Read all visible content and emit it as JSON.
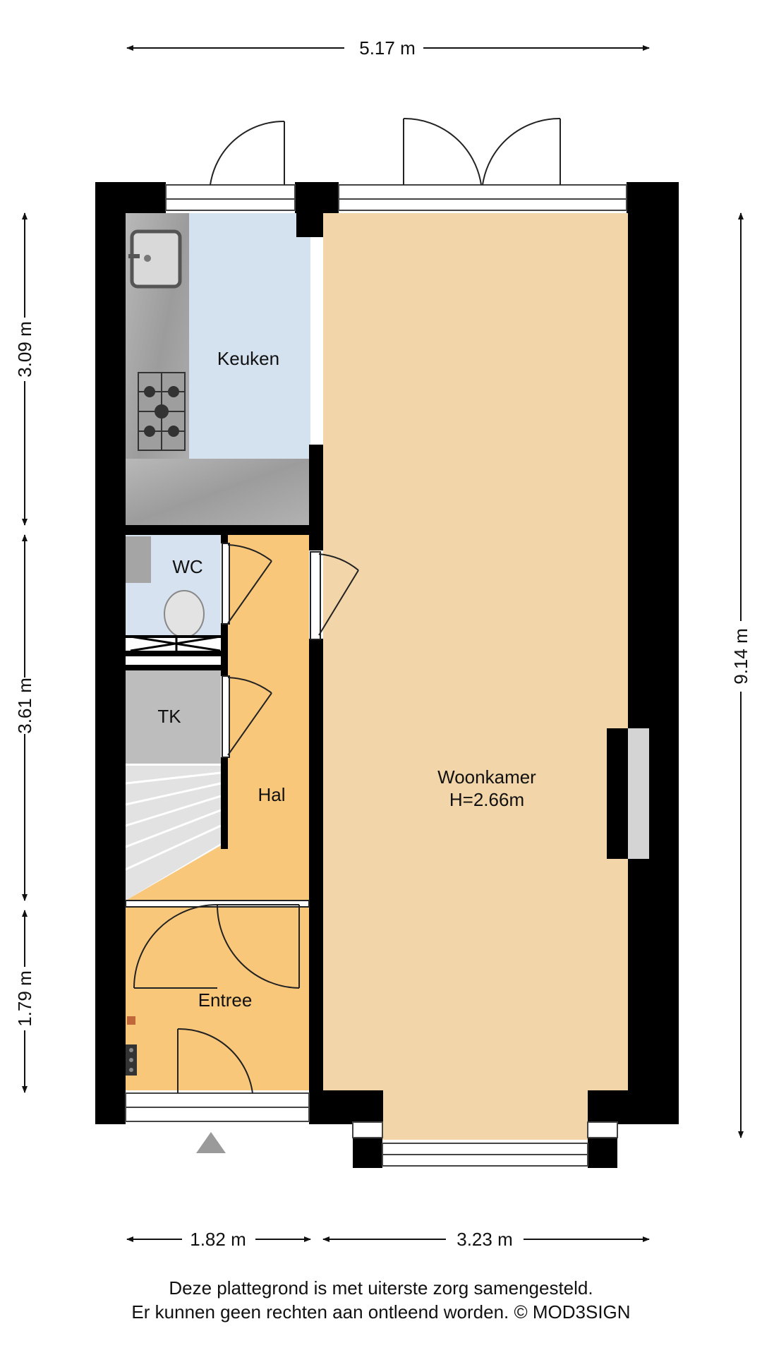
{
  "dimensions": {
    "top": "5.17 m",
    "left_upper": "3.09 m",
    "left_middle": "3.61 m",
    "left_lower": "1.79 m",
    "right": "9.14 m",
    "bottom_left": "1.82 m",
    "bottom_right": "3.23 m"
  },
  "rooms": {
    "keuken": "Keuken",
    "wc": "WC",
    "tk": "TK",
    "hal": "Hal",
    "entree": "Entree",
    "woonkamer": "Woonkamer",
    "woonkamer_height": "H=2.66m"
  },
  "disclaimer": {
    "line1": "Deze plattegrond is met uiterste zorg samengesteld.",
    "line2": "Er kunnen geen rechten aan ontleend worden. © MOD3SIGN"
  },
  "colors": {
    "wall": "#000000",
    "woonkamer_floor": "#f2d5a8",
    "hal_floor": "#f9c77a",
    "keuken_floor": "#d4e1ef",
    "wc_floor": "#d6e2f0",
    "counter": "#a9a9a9",
    "tk_floor": "#bdbdbd",
    "stairs": "#e2e2e2",
    "entrance_marker": "#9a9a9a"
  }
}
